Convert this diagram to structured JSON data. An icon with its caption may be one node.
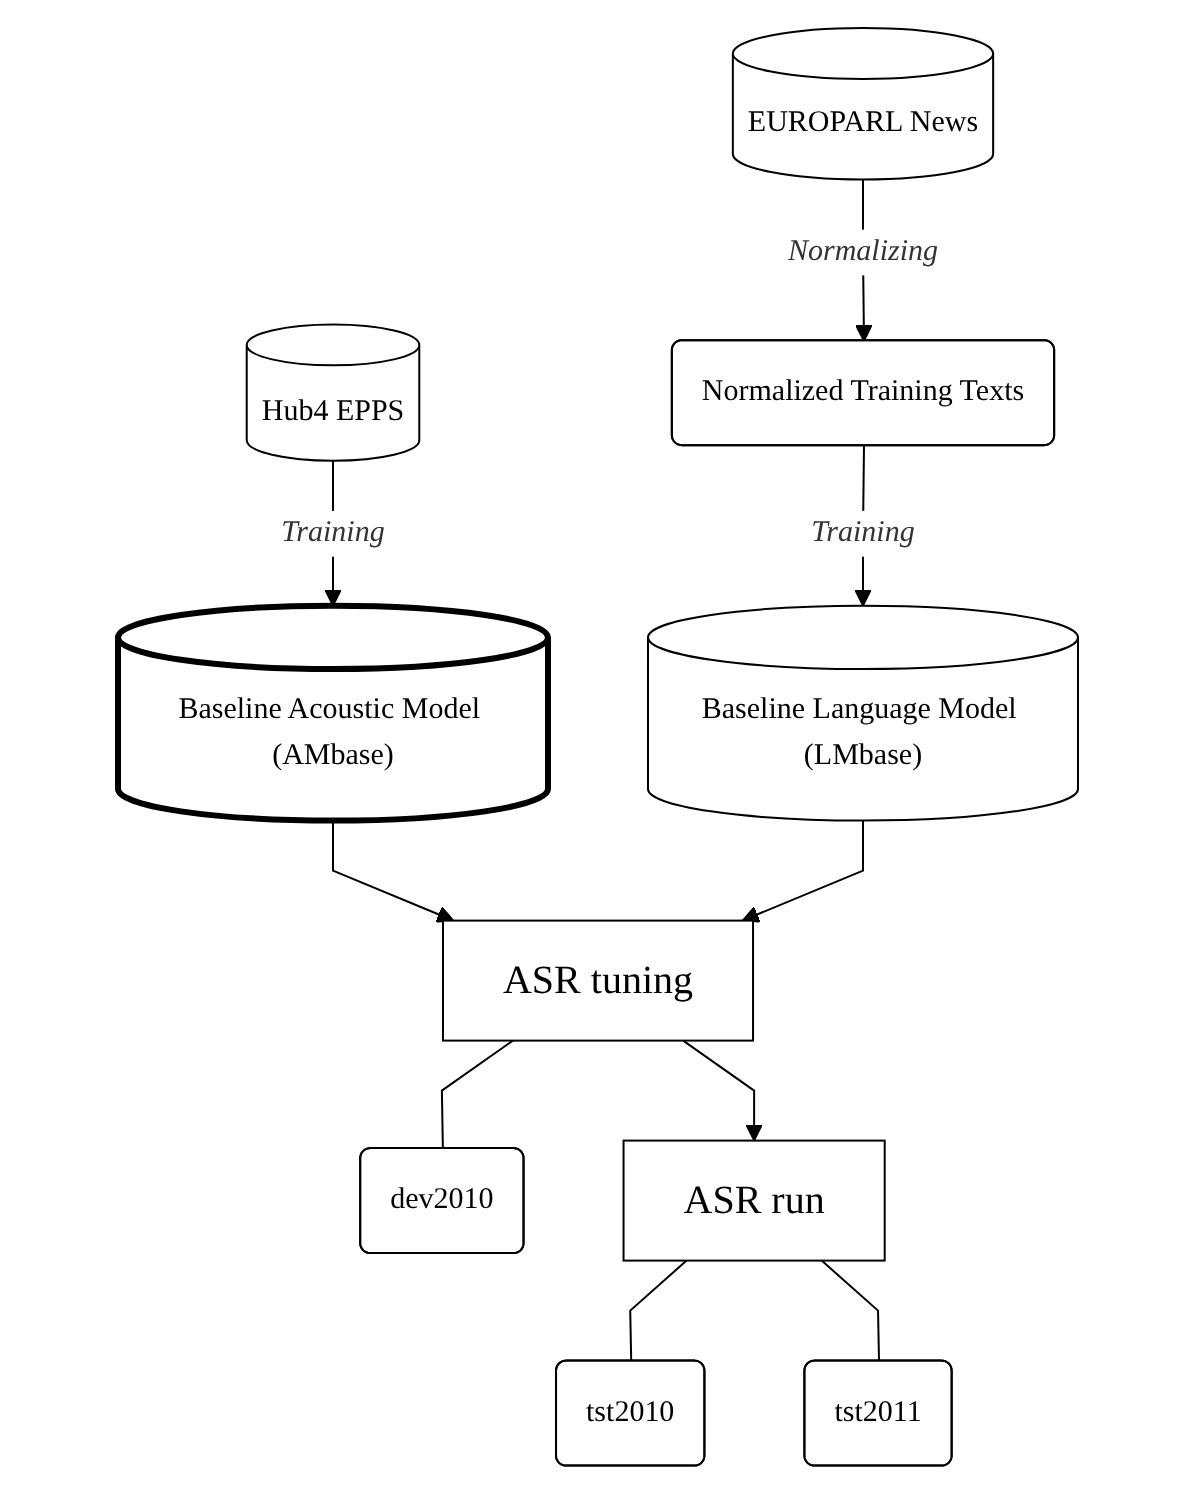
{
  "diagram": {
    "nodes": [
      {
        "text": [
          "EUROPARL News"
        ]
      },
      {
        "text": [
          "Normalized Training Texts"
        ]
      },
      {
        "text": [
          "Hub4 EPPS"
        ]
      },
      {
        "text": [
          "Baseline Acoustic Model (AMbase)"
        ]
      },
      {
        "text": [
          "Baseline Language Model (LMbase)"
        ]
      },
      {
        "text": [
          "ASR tuning"
        ]
      },
      {
        "text": [
          "dev2010"
        ]
      },
      {
        "text": [
          "ASR run"
        ]
      },
      {
        "text": [
          "tst2010"
        ]
      },
      {
        "text": [
          "tst2011"
        ]
      }
    ],
    "edges": [
      {
        "from": 0,
        "to": 1,
        "arrow": "to",
        "label": "Normalizing"
      },
      {
        "from": 1,
        "to": 4,
        "arrow": "to",
        "label": "Training"
      },
      {
        "from": 2,
        "to": 3,
        "arrow": "to",
        "label": "Training"
      },
      {
        "from": 3,
        "to": 5,
        "arrow": "to"
      },
      {
        "from": 4,
        "to": 5,
        "arrow": "to"
      },
      {
        "from": 5,
        "to": 7,
        "arrow": "to"
      },
      {
        "from": 5,
        "to": 6,
        "arrow": "none"
      },
      {
        "from": 7,
        "to": 8,
        "arrow": "none"
      },
      {
        "from": 7,
        "to": 9,
        "arrow": "none"
      }
    ]
  }
}
